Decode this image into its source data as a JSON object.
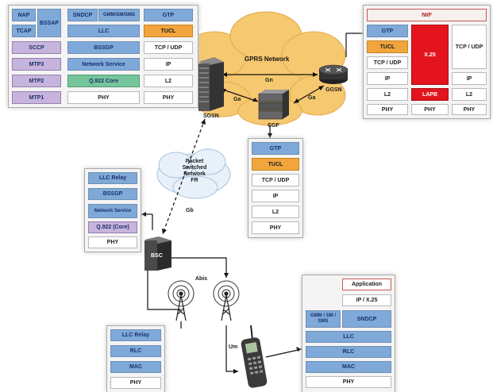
{
  "sgsn_stack": {
    "nap": "NAP",
    "tcap": "TCAP",
    "bssap": "BSSAP",
    "sccp": "SCCP",
    "mtp3": "MTP3",
    "mtp2": "MTP2",
    "mtp1": "MTP1",
    "sndcp": "SNDCP",
    "gmm": "GMM/SM/SMS",
    "llc": "LLC",
    "bssgp": "BSSGP",
    "netsvc": "Network Service",
    "q922": "Q.922 Core",
    "phy": "PHY",
    "gtp": "GTP",
    "tucl": "TUCL",
    "tcpudp": "TCP / UDP",
    "ip": "IP",
    "l2": "L2",
    "phy2": "PHY"
  },
  "ggsn_stack": {
    "iwf": "IWF",
    "gtp": "GTP",
    "tucl": "TUCL",
    "tcpudp": "TCP / UDP",
    "ip": "IP",
    "l2": "L2",
    "phy": "PHY",
    "x25": "X.25",
    "lapb": "LAPB",
    "phy_mid": "PHY",
    "tcpudp_r": "TCP / UDP",
    "ip_r": "IP",
    "l2_r": "L2",
    "phy_r": "PHY"
  },
  "cgf_stack": {
    "gtp": "GTP",
    "tucl": "TUCL",
    "tcpudp": "TCP / UDP",
    "ip": "IP",
    "l2": "L2",
    "phy": "PHY"
  },
  "bsc_stack": {
    "llc_relay": "LLC Relay",
    "bssgp": "BSSGP",
    "netsvc": "Network Service",
    "q922": "Q.922 (Core)",
    "phy": "PHY"
  },
  "bts_stack": {
    "llc_relay": "LLC Relay",
    "rlc": "RLC",
    "mac": "MAC",
    "phy": "PHY"
  },
  "ms_stack": {
    "app": "Application",
    "ipx25": "IP / X.25",
    "gmm": "GMM / SM / SMS",
    "sndcp": "SNDCP",
    "llc": "LLC",
    "rlc": "RLC",
    "mac": "MAC",
    "phy": "PHY"
  },
  "labels": {
    "gprs_network": "GPRS Network",
    "gn": "Gn",
    "ga_left": "Ga",
    "ga_right": "Ga",
    "sgsn": "SGSN",
    "ggsn": "GGSN",
    "cgf": "CGF",
    "packet_switched": "Packet\nSwitched\nNetwork\nFR",
    "gb": "Gb",
    "bsc": "BSC",
    "abis": "Abis",
    "um": "Um"
  },
  "colors": {
    "blue": "#7ea9d8",
    "orange": "#f1a53c",
    "green": "#76c59a",
    "purple": "#c7b4dc",
    "red": "#e4141e",
    "cloud": "#f3c46b"
  }
}
